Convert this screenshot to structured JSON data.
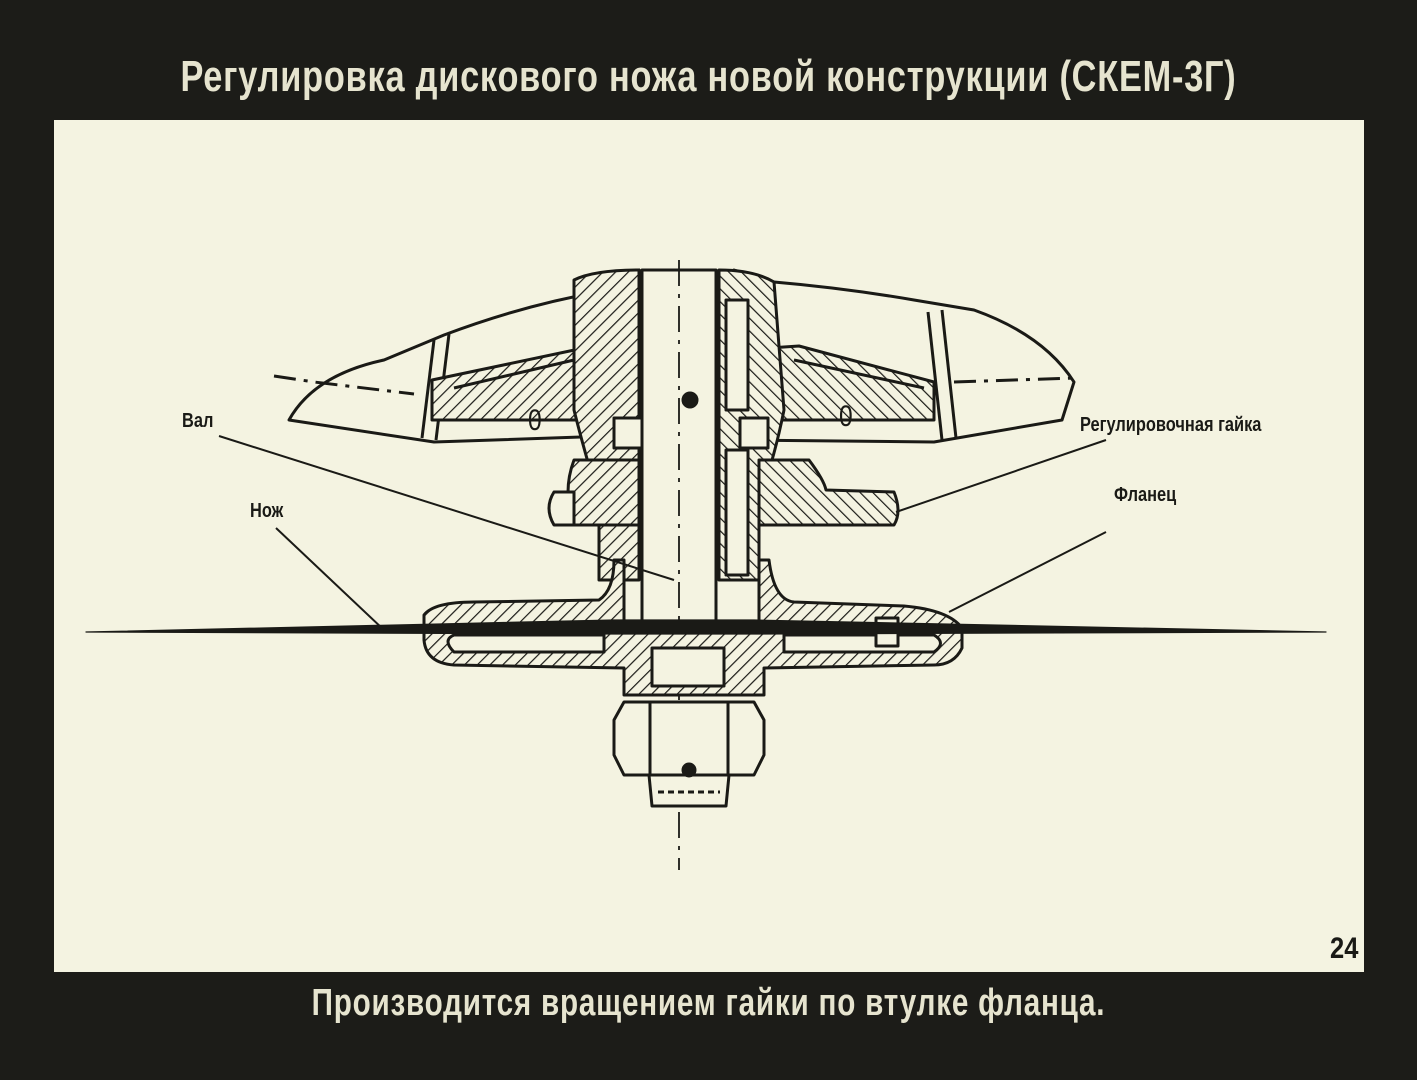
{
  "slide": {
    "title": "Регулировка дискового ножа новой конструкции (СКЕМ-3Г)",
    "caption": "Производится вращением гайки по втулке фланца.",
    "page_number": "24"
  },
  "diagram": {
    "labels": {
      "shaft": "Вал",
      "knife": "Нож",
      "adjusting_nut": "Регулировочная гайка",
      "flange": "Фланец"
    },
    "marks": {
      "left_zero": "0",
      "right_zero": "0"
    }
  }
}
